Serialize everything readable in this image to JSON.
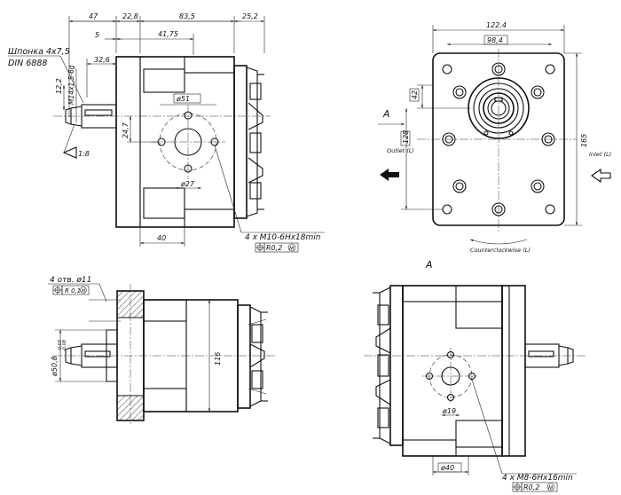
{
  "dimensions": {
    "d47": "47",
    "d22_8": "22,8",
    "d83_5": "83,5",
    "d25_2": "25,2",
    "d5": "5",
    "d41_75": "41,75",
    "d32_6": "32,6",
    "d12_2": "12,2",
    "thread": "M14x1,5-6g",
    "d24_7": "24,7",
    "d51": "ø51",
    "d27": "ø27",
    "d40": "40",
    "taper": "1:8",
    "d122_4": "122,4",
    "d98_4": "98,4",
    "d42": "42",
    "d128": "128",
    "d165": "165",
    "d116": "116",
    "d50_8": "ø50,8",
    "d50_8_tol_up": "-0,03",
    "d50_8_tol_low": "-0,08",
    "d19": "ø19",
    "d40b": "ø40"
  },
  "notes": {
    "key_line1": "Шпонка 4x7,5",
    "key_line2": "DIN 6888",
    "threads_front": "4 x M10-6Hx18min",
    "tol_front": "R0,2",
    "holes_line": "4 отв. ø11",
    "holes_tol": "R 0,1",
    "threads_back": "4 x M8-6Hx16min",
    "tol_back": "R0,2",
    "modifier": "M"
  },
  "labels": {
    "section_a": "A",
    "view_a": "A",
    "outlet": "Outlet (L)",
    "inlet": "Inlet (L)",
    "rotation": "Counterclockwise (L)"
  }
}
